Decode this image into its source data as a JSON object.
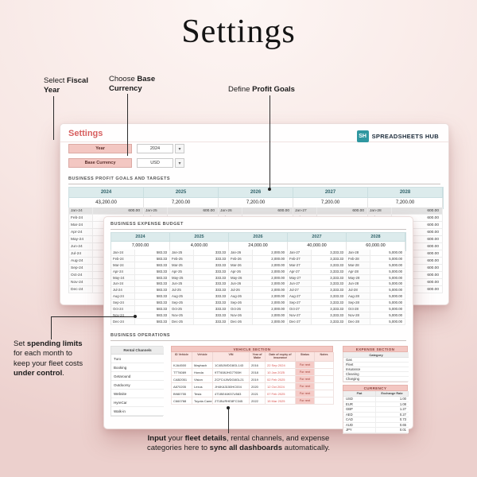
{
  "page_title": "Settings",
  "annotations": {
    "fiscal": [
      {
        "t": "Select "
      },
      {
        "t": "Fiscal\nYear",
        "b": true
      }
    ],
    "currency": [
      {
        "t": "Choose "
      },
      {
        "t": "Base\nCurrency",
        "b": true
      }
    ],
    "profit_goals": [
      {
        "t": "Define "
      },
      {
        "t": "Profit Goals",
        "b": true
      }
    ],
    "spending": [
      {
        "t": "Set "
      },
      {
        "t": "spending limits",
        "b": true
      },
      {
        "t": "\nfor each month to\nkeep your fleet costs\n"
      },
      {
        "t": "under control",
        "b": true
      },
      {
        "t": "."
      }
    ],
    "input_fleet": [
      {
        "t": "Input",
        "b": true
      },
      {
        "t": " your "
      },
      {
        "t": "fleet details",
        "b": true
      },
      {
        "t": ", rental channels, and expense\ncategories here to "
      },
      {
        "t": "sync all dashboards",
        "b": true
      },
      {
        "t": " automatically."
      }
    ]
  },
  "settings_sheet": {
    "title": "Settings",
    "fields": [
      {
        "label": "Year",
        "value": "2024"
      },
      {
        "label": "Base Currency",
        "value": "USD"
      }
    ],
    "logo": {
      "abbr": "SH",
      "name": "SPREADSHEETS HUB"
    },
    "profit_section": {
      "title": "BUSINESS PROFIT GOALS AND TARGETS",
      "years": [
        "2024",
        "2025",
        "2026",
        "2027",
        "2028"
      ],
      "totals": [
        "43,200.00",
        "7,200.00",
        "7,200.00",
        "7,200.00",
        "7,200.00"
      ],
      "year_suffixes": [
        "24",
        "25",
        "26",
        "27",
        "28"
      ],
      "months": [
        "Jan",
        "Feb",
        "Mar",
        "Apr",
        "May",
        "Jun",
        "Jul",
        "Aug",
        "Sep",
        "Oct",
        "Nov",
        "Dec"
      ],
      "monthly_goal": "600.00"
    }
  },
  "budget_sheet": {
    "expense_section": {
      "title": "BUSINESS EXPENSE BUDGET",
      "years": [
        "2024",
        "2025",
        "2026",
        "2027",
        "2028"
      ],
      "totals": [
        "7,000.00",
        "4,000.00",
        "24,000.00",
        "40,000.00",
        "60,000.00"
      ],
      "year_suffixes": [
        "24",
        "25",
        "26",
        "27",
        "28"
      ],
      "months": [
        "Jan",
        "Feb",
        "Mar",
        "Apr",
        "May",
        "Jun",
        "Jul",
        "Aug",
        "Sep",
        "Oct",
        "Nov",
        "Dec"
      ],
      "monthly_values": [
        "583.33",
        "333.33",
        "2,000.00",
        "3,333.33",
        "5,000.00"
      ]
    },
    "operations_section": {
      "title": "BUSINESS OPERATIONS",
      "rental_channels": {
        "header": "Rental Channels",
        "rows": [
          "Turo",
          "Booking",
          "Getaround",
          "Outdoorsy",
          "Website",
          "HyreCar",
          "Walk-in"
        ]
      },
      "vehicle_table": {
        "title": "VEHICLE SECTION",
        "columns": [
          "ID Vehicle",
          "Vehicle",
          "VIN",
          "Year of Make",
          "Date of expiry of insurance",
          "Status",
          "Notes"
        ],
        "rows": [
          [
            "KJA4500",
            "Maybach",
            "1C4BJWDG8GL143",
            "2016",
            "22 Sep 2024",
            "For rent",
            ""
          ],
          [
            "TTT6089",
            "Honda",
            "9TT608JHG7765H",
            "2018",
            "10 Jan 2025",
            "For rent",
            ""
          ],
          [
            "CAB2051",
            "Vision",
            "ZCFC4JWDG8GL21",
            "2019",
            "02 Feb 2025",
            "For rent",
            ""
          ],
          [
            "A870205",
            "Lexus",
            "JH4KA3150HC004",
            "2020",
            "12 Oct 2024",
            "For rent",
            ""
          ],
          [
            "B980755",
            "Tesla",
            "4T1BE46K57U583",
            "2021",
            "07 Feb 2025",
            "For rent",
            ""
          ],
          [
            "C660788",
            "Toyota Camry",
            "2T1BURHE8FC345",
            "2022",
            "15 Mar 2025",
            "For rent",
            ""
          ]
        ]
      },
      "expense_table": {
        "title": "EXPENSE SECTION",
        "header": "Category",
        "rows": [
          "Gas",
          "Fleet",
          "Insurance",
          "Cleaning",
          "Charging"
        ]
      },
      "currency_table": {
        "title": "CURRENCY",
        "columns": [
          "Fiat",
          "Exchange Rate"
        ],
        "rows": [
          [
            "USD",
            "1.00"
          ],
          [
            "EUR",
            "1.08"
          ],
          [
            "GBP",
            "1.27"
          ],
          [
            "AED",
            "0.27"
          ],
          [
            "CAD",
            "0.73"
          ],
          [
            "AUD",
            "0.65"
          ],
          [
            "JPY",
            "0.01"
          ]
        ]
      }
    }
  },
  "colors": {
    "accent_pink": "#f3c7c2",
    "table_header_teal": "#dcebec",
    "logo_teal": "#2f97a0",
    "sheet_title_red": "#d75f5f",
    "date_red": "#d9534f"
  }
}
